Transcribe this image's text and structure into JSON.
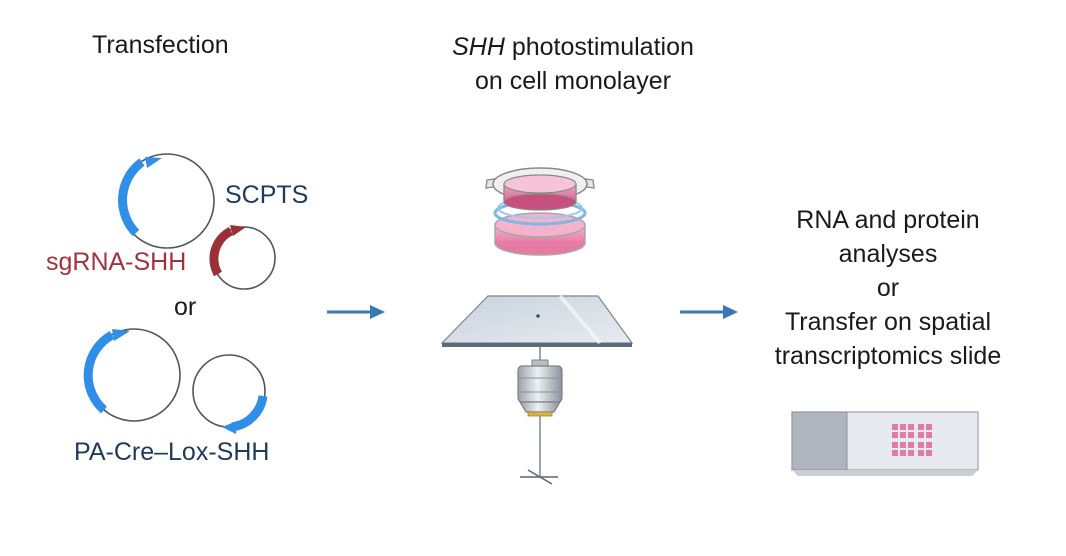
{
  "step1": {
    "title": "Transfection",
    "plasmid1": "SCPTS",
    "plasmid2": "sgRNA-SHH",
    "separator": "or",
    "plasmid3": "PA-Cre–Lox-SHH"
  },
  "step2": {
    "title_italic": "SHH",
    "title_rest": " photostimulation",
    "title_line2": "on cell monolayer"
  },
  "step3": {
    "line1": "RNA and protein",
    "line2": "analyses",
    "line3": "or",
    "line4": "Transfer on spatial",
    "line5": "transcriptomics slide"
  },
  "colors": {
    "blue_arc": "#2f8fe6",
    "red_arc": "#9a3038",
    "arrow": "#3a78b5",
    "navy_text": "#1e3a5c",
    "red_text": "#a0343d"
  }
}
